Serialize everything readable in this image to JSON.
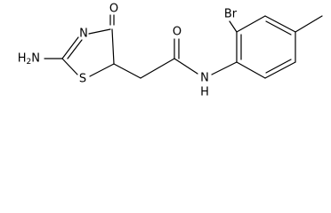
{
  "molecule": {
    "atoms": {
      "O_ring": "O",
      "N_ring": "N",
      "S_ring": "S",
      "N_amide": "N",
      "H_amide": "H",
      "O_amide": "O",
      "Br": "Br"
    },
    "amine": {
      "h": "H",
      "sub": "2",
      "n": "N"
    }
  }
}
